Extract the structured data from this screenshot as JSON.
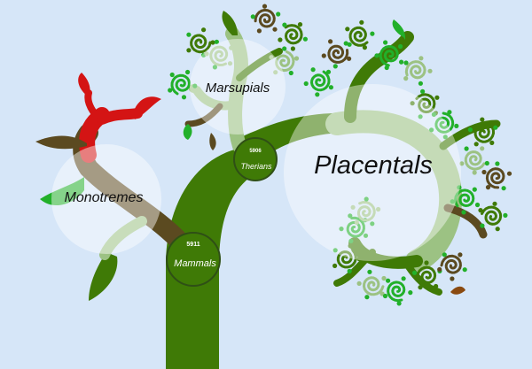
{
  "colors": {
    "background": "#d6e6f8",
    "trunk": "#3f7a06",
    "trunk_light": "#9cc283",
    "monotreme_red": "#d41414",
    "monotreme_brown": "#5b4a20",
    "leaf_bright": "#22b02a",
    "node_ring": "#2f4f16"
  },
  "nodes": {
    "mammals": {
      "count": "5911",
      "name": "Mammals"
    },
    "therians": {
      "count": "5906",
      "name": "Therians"
    }
  },
  "clades": {
    "monotremes": "Monotremes",
    "marsupials": "Marsupials",
    "placentals": "Placentals"
  }
}
